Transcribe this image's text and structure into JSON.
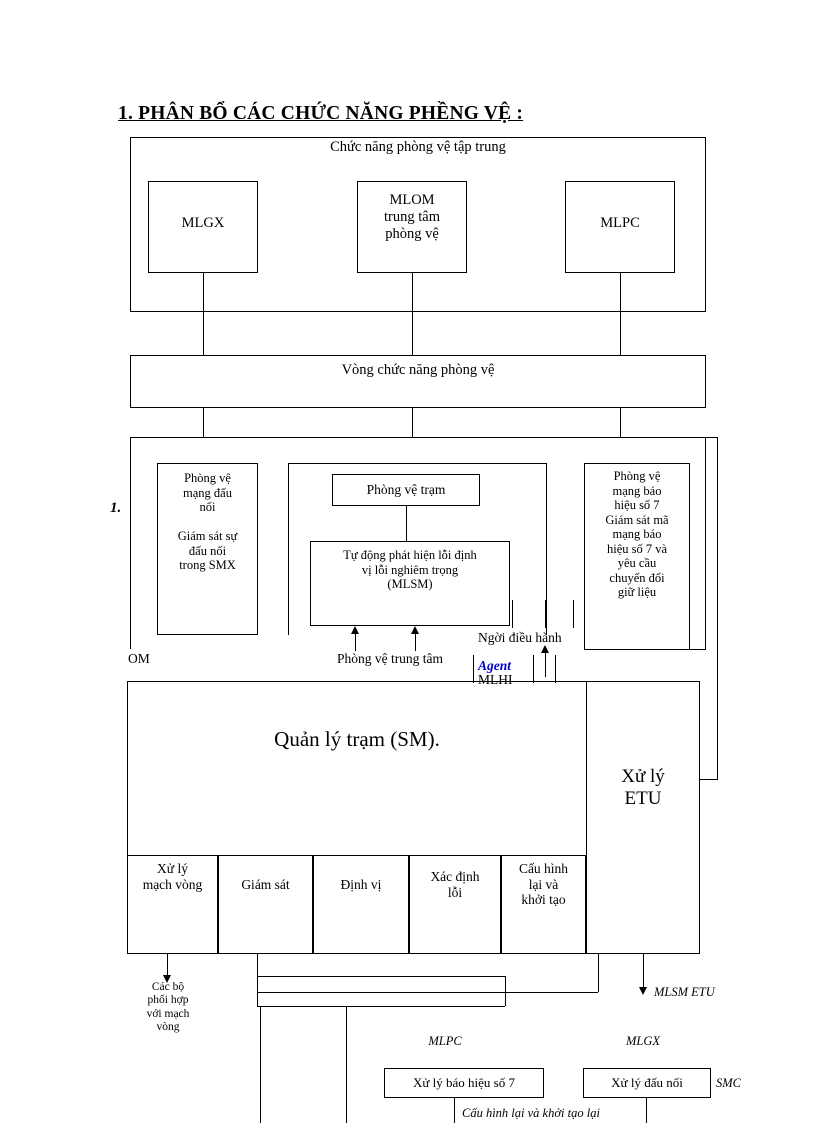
{
  "document": {
    "title": "1. PHÂN BỔ CÁC CHỨC NĂNG PHỀNG VỆ :",
    "section_marker": "1."
  },
  "tier1": {
    "container_label": "Chức năng phòng vệ tập trung",
    "boxes": [
      {
        "label": "MLGX"
      },
      {
        "label": "MLOM\ntrung tâm\nphòng vệ"
      },
      {
        "label": "MLPC"
      }
    ]
  },
  "ring": {
    "label": "Vòng chức năng phòng vệ"
  },
  "tier2": {
    "left_box": "Phòng vệ\nmạng đấu\nnối\n\nGiám sát sự\nđấu nối\ntrong SMX",
    "center_top_box": "Phòng vệ trạm",
    "center_bottom_box": "Tự động phát hiện lỗi định\nvị lỗi nghiêm trọng\n(MLSM)",
    "right_box": "Phòng vệ\nmạng báo\nhiệu số 7\nGiám sát mã\nmạng báo\nhiệu số 7 và\nyêu cầu\nchuyển đổi\ngiữ liệu",
    "labels": {
      "om": "OM",
      "center_defence": "Phòng vệ trung tâm",
      "operator": "Ngời  điều hành",
      "agent": "Agent",
      "agent_sub": "MLHI"
    }
  },
  "sm": {
    "title": "Quản lý trạm (SM).",
    "etu": "Xử lý\nETU",
    "cells": [
      "Xử lý\nmạch vòng",
      "Giám sát",
      "Định vị",
      "Xác định\nlỗi",
      "Cấu hình\nlại và\nkhởi tạo"
    ]
  },
  "bottom": {
    "ring_coupler": "Các bộ\nphối hợp\nvới mạch\nvòng",
    "mlsm_etu": "MLSM ETU",
    "mlpc_label": "MLPC",
    "mlgx_label": "MLGX",
    "smc_label": "SMC",
    "box_mlpc": "Xử lý báo hiệu số 7",
    "box_mlgx": "Xử lý đấu nối",
    "reconfig": "Cấu hình lại và khởi tạo lại"
  }
}
